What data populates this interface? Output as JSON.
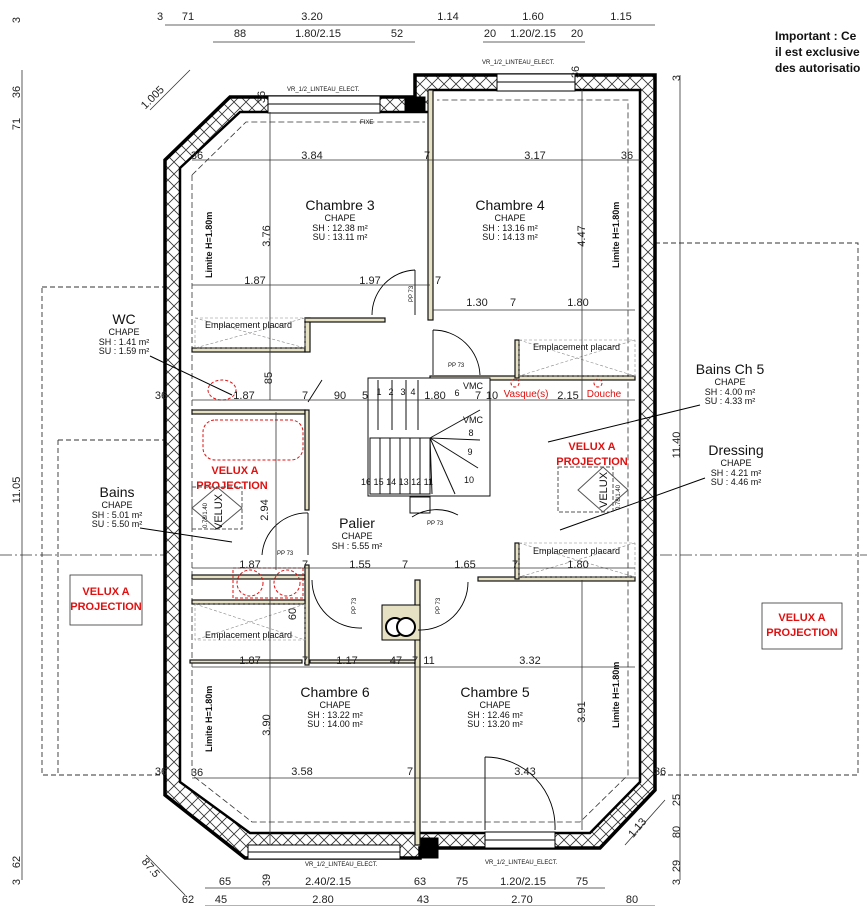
{
  "note": {
    "lines": [
      "Important : Ce",
      "il est exclusive",
      "des autorisatio"
    ]
  },
  "rooms": {
    "chambre3": {
      "name": "Chambre 3",
      "floor": "CHAPE",
      "sh": "SH : 12.38 m²",
      "su": "SU : 13.11 m²"
    },
    "chambre4": {
      "name": "Chambre 4",
      "floor": "CHAPE",
      "sh": "SH : 13.16 m²",
      "su": "SU : 14.13 m²"
    },
    "wc": {
      "name": "WC",
      "floor": "CHAPE",
      "sh": "SH : 1.41 m²",
      "su": "SU : 1.59 m²"
    },
    "bains": {
      "name": "Bains",
      "floor": "CHAPE",
      "sh": "SH : 5.01 m²",
      "su": "SU : 5.50 m²"
    },
    "bains_ch5": {
      "name": "Bains Ch 5",
      "floor": "CHAPE",
      "sh": "SH : 4.00 m²",
      "su": "SU : 4.33 m²"
    },
    "dressing": {
      "name": "Dressing",
      "floor": "CHAPE",
      "sh": "SH : 4.21 m²",
      "su": "SU : 4.46 m²"
    },
    "palier": {
      "name": "Palier",
      "floor": "CHAPE",
      "sh": "SH : 5.55 m²"
    },
    "chambre6": {
      "name": "Chambre 6",
      "floor": "CHAPE",
      "sh": "SH : 13.22 m²",
      "su": "SU : 14.00 m²"
    },
    "chambre5": {
      "name": "Chambre 5",
      "floor": "CHAPE",
      "sh": "SH : 12.46 m²",
      "su": "SU : 13.20 m²"
    }
  },
  "annotations": {
    "velux_projection": [
      "VELUX A",
      "PROJECTION"
    ],
    "vasque": "Vasque(s)",
    "douche": "Douche",
    "placard": "Emplacement placard",
    "lintel": "VR_1/2_LINTEAU_ELECT.",
    "fixe": "FIXE",
    "limite": "Limite H=1.80m",
    "pp": "PP 73",
    "vmc": "VMC",
    "velux": "VELUX",
    "velux_size": "0.78/1.40",
    "stairs_upper": [
      "1",
      "2",
      "3",
      "4",
      "6",
      "8",
      "9",
      "10"
    ],
    "stairs_lower": "16 15 14 13 12  11"
  },
  "dimensions": [
    "3",
    "71",
    "3.20",
    "1.14",
    "1.60",
    "1.15",
    "88",
    "1.80/2.15",
    "52",
    "20",
    "1.20/2.15",
    "20",
    "65",
    "39",
    "2.40/2.15",
    "63",
    "75",
    "1.20/2.15",
    "75",
    "62",
    "45",
    "2.80",
    "43",
    "2.70",
    "80",
    "36",
    "3.84",
    "7",
    "3.17",
    "36",
    "3.76",
    "4.47",
    "1.87",
    "1.97",
    "7",
    "1.30",
    "7",
    "1.80",
    "85",
    "36",
    "1.87",
    "7",
    "90",
    "5",
    "1.80",
    "7",
    "10",
    "2.15",
    "2.94",
    "1.87",
    "7",
    "1.55",
    "7",
    "1.65",
    "7",
    "1.80",
    "60",
    "1.87",
    "7",
    "1.17",
    "47",
    "7",
    "11",
    "3.32",
    "3.90",
    "3.91",
    "36",
    "3.58",
    "7",
    "3.43",
    "36",
    "1.005",
    "87.5",
    "1.13",
    "3",
    "36",
    "71",
    "11.05",
    "62",
    "3",
    "3",
    "11.40",
    "25",
    "80",
    "29",
    "3",
    "36",
    "36",
    "36"
  ]
}
